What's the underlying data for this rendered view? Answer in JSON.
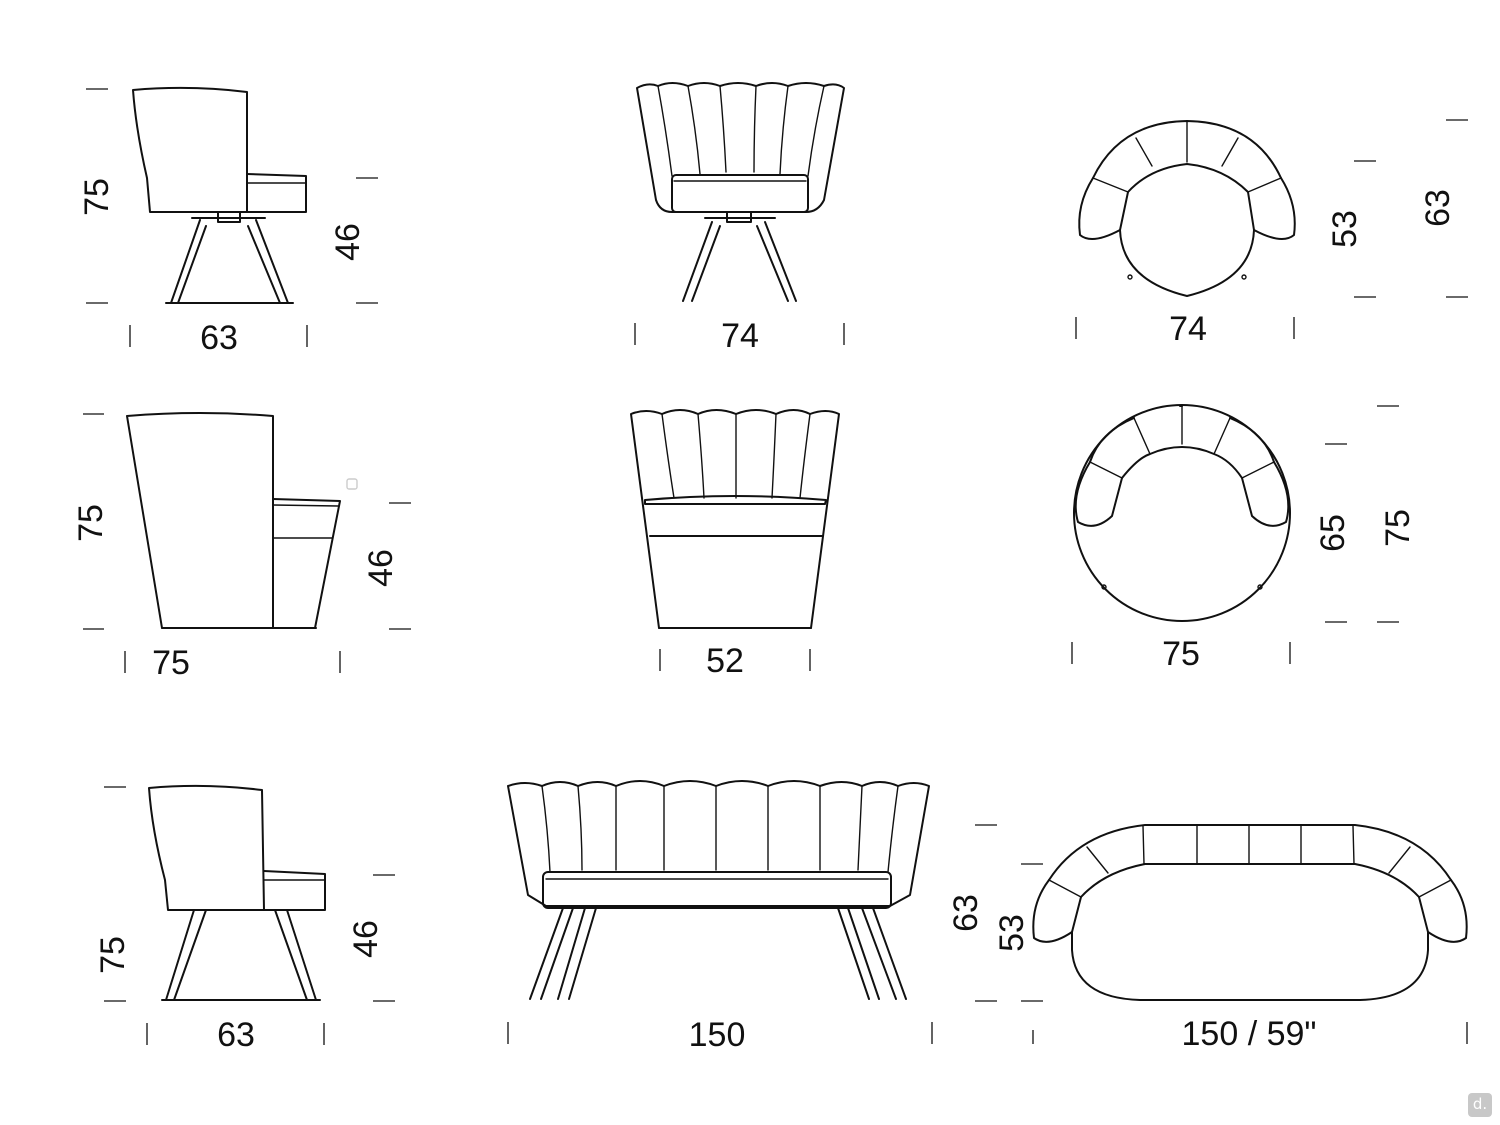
{
  "rows": [
    {
      "id": "swivel-armchair",
      "side": {
        "height": "75",
        "seat": "46",
        "depth": "63"
      },
      "front": {
        "width": "74"
      },
      "top": {
        "width": "74",
        "inner": "53",
        "outer": "63"
      }
    },
    {
      "id": "tub-armchair",
      "side": {
        "height": "75",
        "seat": "46",
        "depth": "75"
      },
      "front": {
        "width": "52"
      },
      "top": {
        "width": "75",
        "inner": "65",
        "outer": "75"
      }
    },
    {
      "id": "sofa",
      "side": {
        "height": "75",
        "seat": "46",
        "depth": "63"
      },
      "front": {
        "width": "150"
      },
      "top": {
        "width": "150 / 59\"",
        "inner": "53",
        "outer": "63"
      }
    }
  ],
  "watermark": "d."
}
